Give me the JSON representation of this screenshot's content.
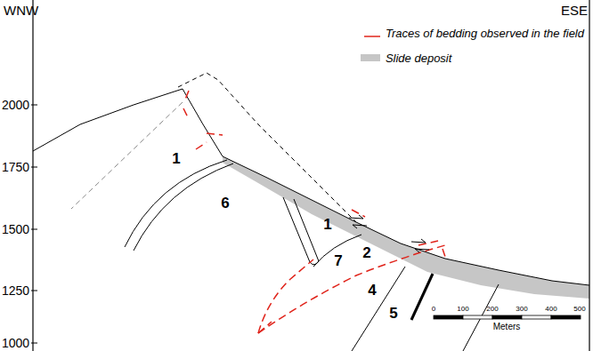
{
  "diagram": {
    "labels": [
      "WNW",
      "ESE",
      "2000",
      "1750",
      "1500",
      "1250",
      "1000",
      "1",
      "6",
      "1",
      "7",
      "2",
      "4",
      "5",
      "0",
      "100",
      "200",
      "300",
      "400",
      "500",
      "Meters"
    ],
    "legend": [
      {
        "text": "Traces of bedding observed in the field"
      },
      {
        "text": "Slide deposit",
        "color": "#c6c6c6"
      }
    ]
  }
}
